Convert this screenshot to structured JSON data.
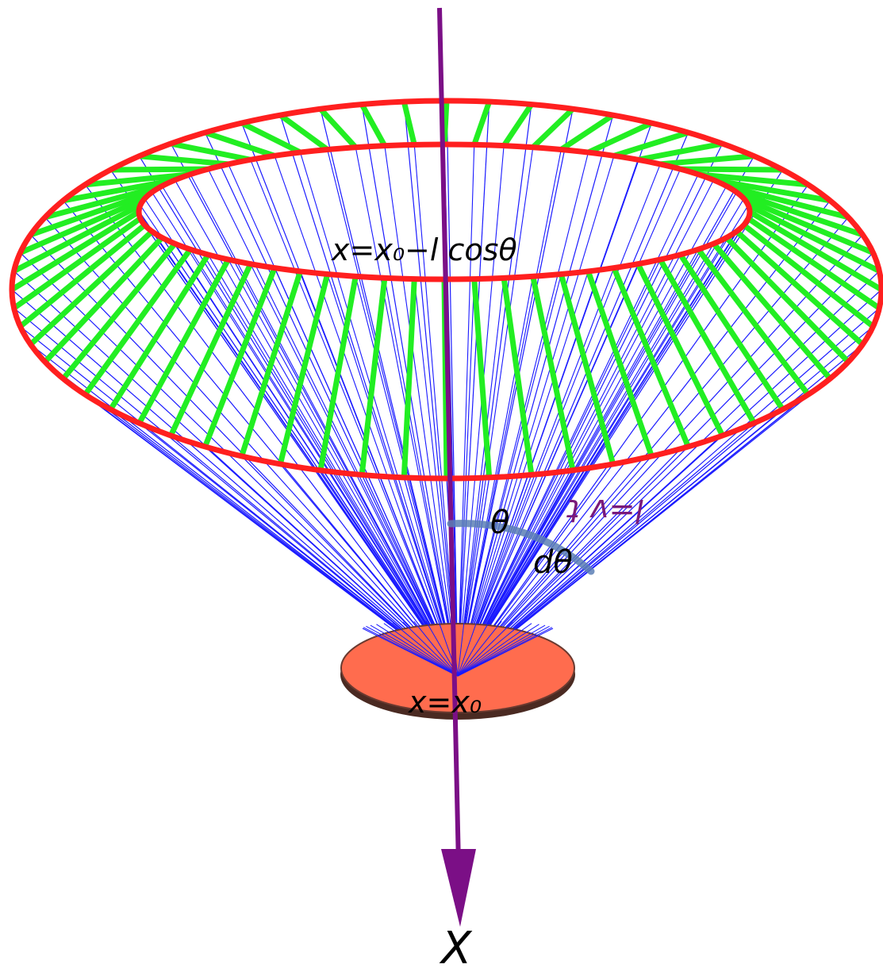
{
  "diagram": {
    "labels": {
      "top_ring": "x=x₀−l cosθ",
      "source": "x=x₀",
      "axis": "X",
      "angle": "θ",
      "dangle": "dθ",
      "distance": "l=v t"
    },
    "colors": {
      "axis": "#7b0f86",
      "rays": "#1a1aff",
      "band": "#22ee22",
      "rims": "#ff1f1f",
      "disk": "#ff6c4e",
      "disk_edge": "#6a3a30",
      "arc": "#5c7fb5",
      "distance_label": "#7a1a7a"
    }
  }
}
